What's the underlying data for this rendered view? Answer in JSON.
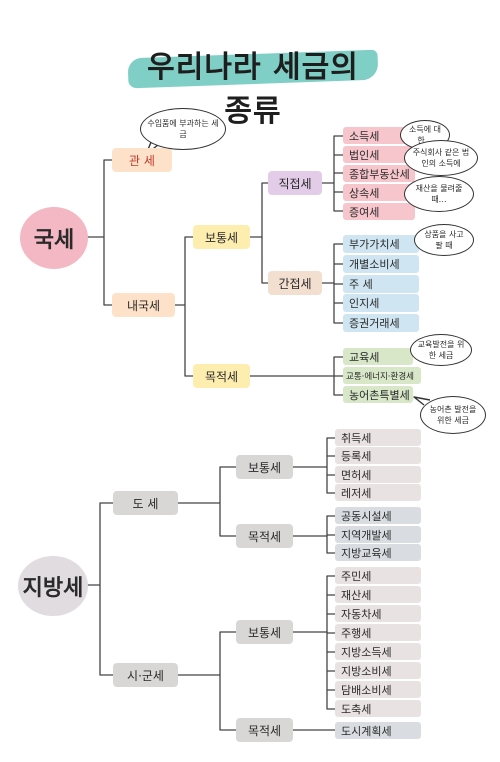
{
  "title": "우리나라 세금의 종류",
  "colors": {
    "national_circle": "#f4b8c4",
    "local_circle": "#e1dcdf",
    "level1_national": "#fde2c9",
    "level2_national": "#fdeeb0",
    "direct": "#e3cce8",
    "direct_leaf": "#f6c6cc",
    "indirect": "#f3dfd0",
    "indirect_leaf": "#cfe5f2",
    "purpose_leaf": "#d7e7c8",
    "local_box": "#d9d6d6",
    "local_leaf": "#e9e2e2",
    "local_purpose_leaf": "#d9dde1",
    "title_band": "#7fcfc6"
  },
  "national": {
    "label": "국세",
    "customs": {
      "label": "관 세",
      "note": "수입품에 부과하는 세금"
    },
    "internal": {
      "label": "내국세",
      "ordinary": {
        "label": "보통세",
        "direct": {
          "label": "직접세",
          "items": [
            "소득세",
            "법인세",
            "종합부동산세",
            "상속세",
            "증여세"
          ]
        },
        "indirect": {
          "label": "간접세",
          "items": [
            "부가가치세",
            "개별소비세",
            "주 세",
            "인지세",
            "증권거래세"
          ]
        }
      },
      "purpose": {
        "label": "목적세",
        "items": [
          "교육세",
          "교통·에너지·환경세",
          "농어촌특별세"
        ]
      }
    },
    "notes": {
      "income": "소득에 대한…",
      "corporate": "주식회사 같은 법인의 소득에",
      "inheritance": "재산을 물려줄 때…",
      "vat": "상품을 사고팔 때",
      "education": "교육발전을 위한 세금",
      "rural": "농어촌 발전을 위한 세금"
    }
  },
  "local": {
    "label": "지방세",
    "province": {
      "label": "도 세",
      "ordinary": {
        "label": "보통세",
        "items": [
          "취득세",
          "등록세",
          "면허세",
          "레저세"
        ]
      },
      "purpose": {
        "label": "목적세",
        "items": [
          "공동시설세",
          "지역개발세",
          "지방교육세"
        ]
      }
    },
    "city": {
      "label": "시·군세",
      "ordinary": {
        "label": "보통세",
        "items": [
          "주민세",
          "재산세",
          "자동차세",
          "주행세",
          "지방소득세",
          "지방소비세",
          "담배소비세",
          "도축세"
        ]
      },
      "purpose": {
        "label": "목적세",
        "items": [
          "도시계획세"
        ]
      }
    }
  }
}
